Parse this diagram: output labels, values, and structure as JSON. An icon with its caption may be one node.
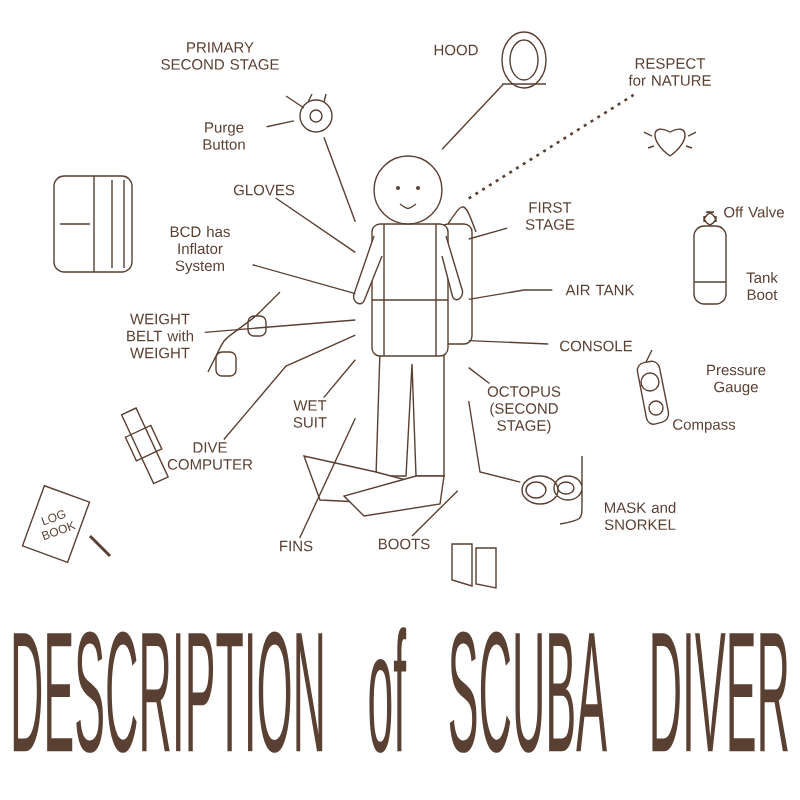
{
  "diagram": {
    "title": "DESCRIPTION of SCUBA DIVER",
    "nodes": [
      {
        "text": [],
        "shape": "picture"
      },
      {
        "text": [],
        "shape": "picture",
        "beside": [
          "PRIMARY SECOND STAGE"
        ]
      },
      {
        "text": [
          "Purge Button"
        ]
      },
      {
        "text": [],
        "shape": "picture",
        "beside": [
          "HOOD"
        ]
      },
      {
        "text": [
          "RESPECT for NATURE"
        ]
      },
      {
        "text": [
          "GLOVES"
        ]
      },
      {
        "text": [
          "BCD has Inflator System"
        ]
      },
      {
        "text": [
          "FIRST STAGE"
        ]
      },
      {
        "text": [
          "AIR TANK"
        ]
      },
      {
        "text": [
          "WEIGHT BELT with WEIGHT"
        ]
      },
      {
        "text": [
          "CONSOLE"
        ]
      },
      {
        "text": [
          "WET SUIT"
        ]
      },
      {
        "text": [
          "OCTOPUS (SECOND STAGE)"
        ]
      },
      {
        "text": [
          "DIVE COMPUTER"
        ]
      },
      {
        "text": [],
        "shape": "picture",
        "beside": [
          "MASK and SNORKEL"
        ]
      },
      {
        "text": [
          "FINS"
        ]
      },
      {
        "text": [
          "BOOTS"
        ]
      }
    ],
    "edges": [
      {
        "from": 1,
        "to": 0,
        "arrow": "none"
      },
      {
        "from": 2,
        "to": 1,
        "arrow": "none"
      },
      {
        "from": 3,
        "to": 0,
        "arrow": "none"
      },
      {
        "from": 0,
        "to": 4,
        "arrow": "none",
        "style": "dashed"
      },
      {
        "from": 5,
        "to": 0,
        "arrow": "none"
      },
      {
        "from": 6,
        "to": 0,
        "arrow": "none"
      },
      {
        "from": 7,
        "to": 0,
        "arrow": "none"
      },
      {
        "from": 8,
        "to": 0,
        "arrow": "none"
      },
      {
        "from": 9,
        "to": 0,
        "arrow": "none"
      },
      {
        "from": 10,
        "to": 0,
        "arrow": "none"
      },
      {
        "from": 11,
        "to": 0,
        "arrow": "none"
      },
      {
        "from": 12,
        "to": 0,
        "arrow": "none"
      },
      {
        "from": 13,
        "to": 0,
        "arrow": "none"
      },
      {
        "from": 14,
        "to": 0,
        "arrow": "none"
      },
      {
        "from": 15,
        "to": 0,
        "arrow": "none"
      },
      {
        "from": 16,
        "to": 0,
        "arrow": "none"
      }
    ],
    "labels": [
      "Off Valve",
      "Tank Boot",
      "Pressure Gauge",
      "Compass",
      "LOG BOOK"
    ]
  }
}
